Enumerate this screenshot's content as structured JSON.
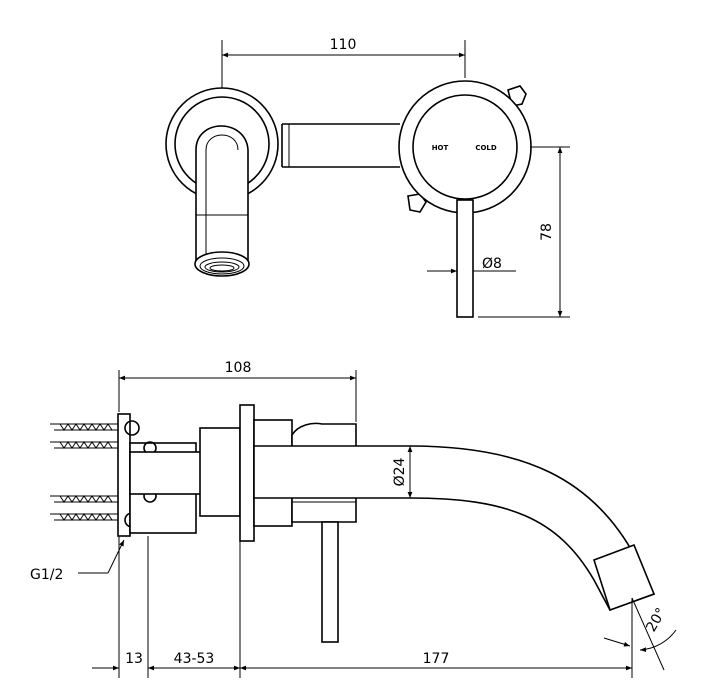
{
  "front_view": {
    "dim_width": "110",
    "dim_height": "78",
    "dim_handle_dia": "Ø8",
    "label_hot": "HOT",
    "label_cold": "COLD"
  },
  "side_view": {
    "dim_length": "108",
    "dim_spout_dia": "Ø24",
    "thread_label": "G1/2",
    "dim_a": "13",
    "dim_b": "43-53",
    "dim_c": "177",
    "dim_angle": "20°"
  }
}
